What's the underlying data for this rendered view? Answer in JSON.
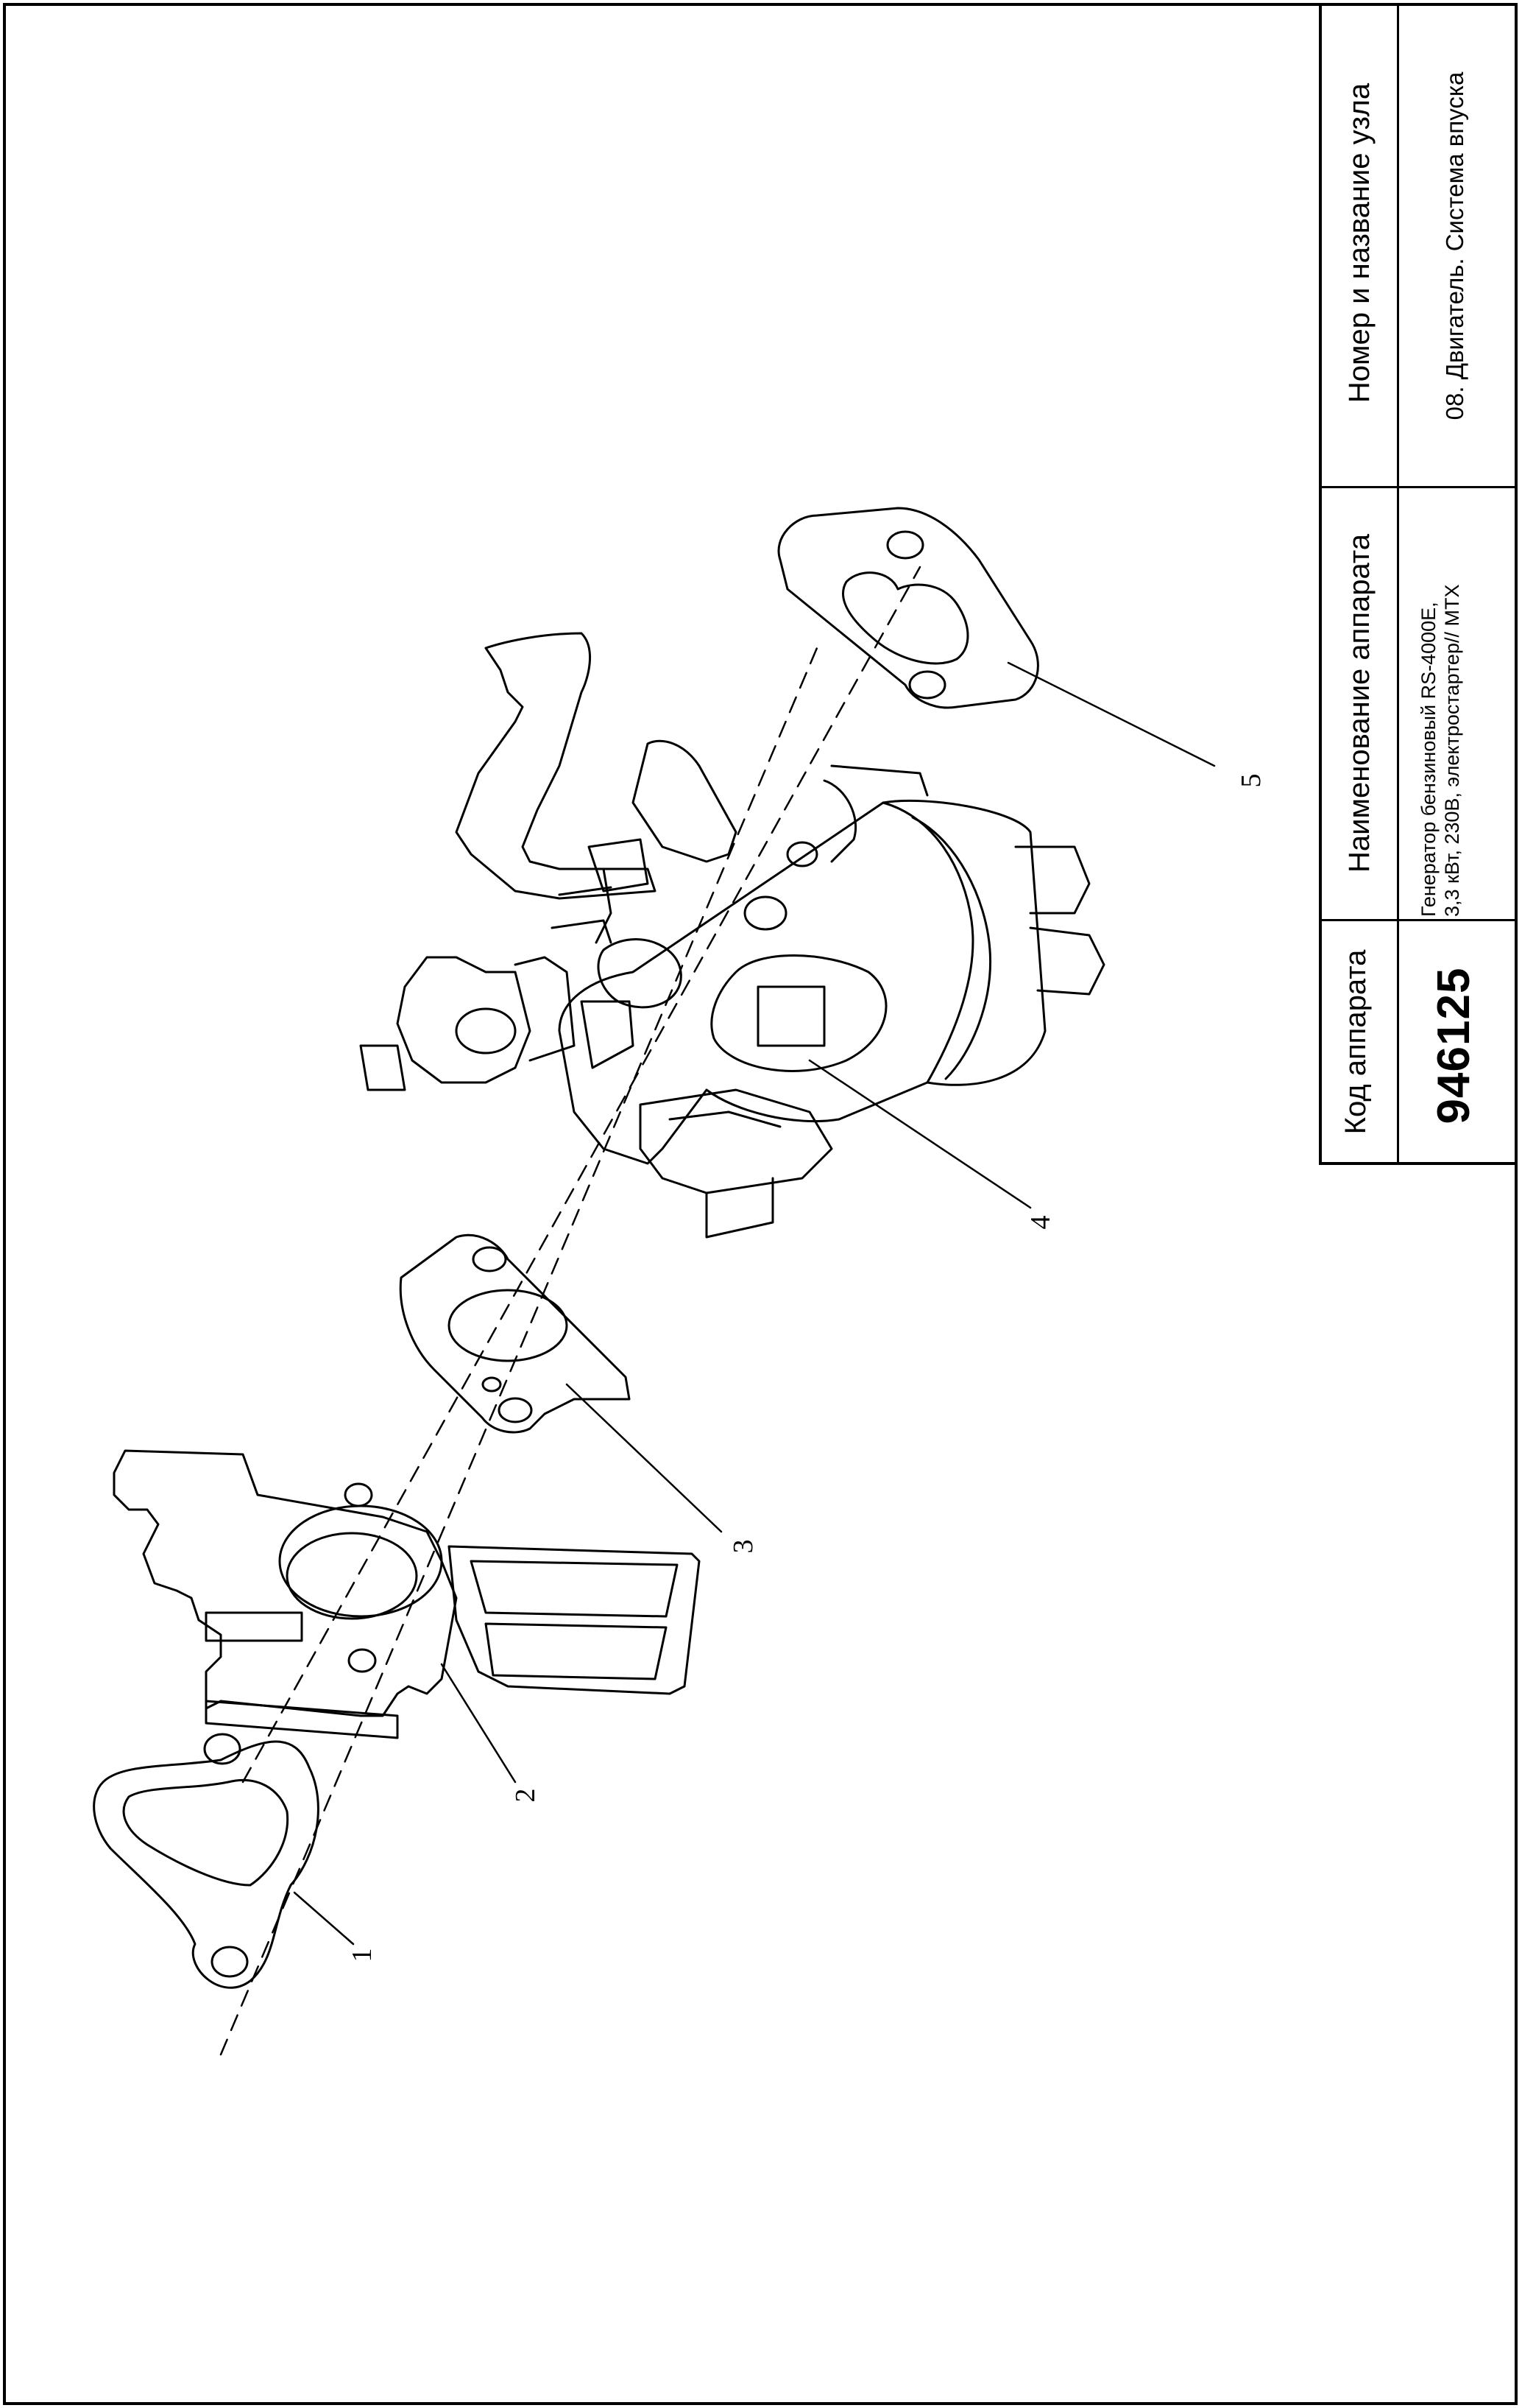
{
  "title_block": {
    "header_code": "Код аппарата",
    "header_name": "Наименование аппарата",
    "header_node": "Номер и название узла",
    "code_value": "946125",
    "name_line1": "Генератор бензиновый RS-4000E,",
    "name_line2": "3,3 кВт, 230В, электростартер// MTX",
    "node_value": "08. Двигатель. Система впуска"
  },
  "callouts": [
    "1",
    "2",
    "3",
    "4",
    "5"
  ],
  "colors": {
    "line": "#000000",
    "background": "#ffffff"
  }
}
